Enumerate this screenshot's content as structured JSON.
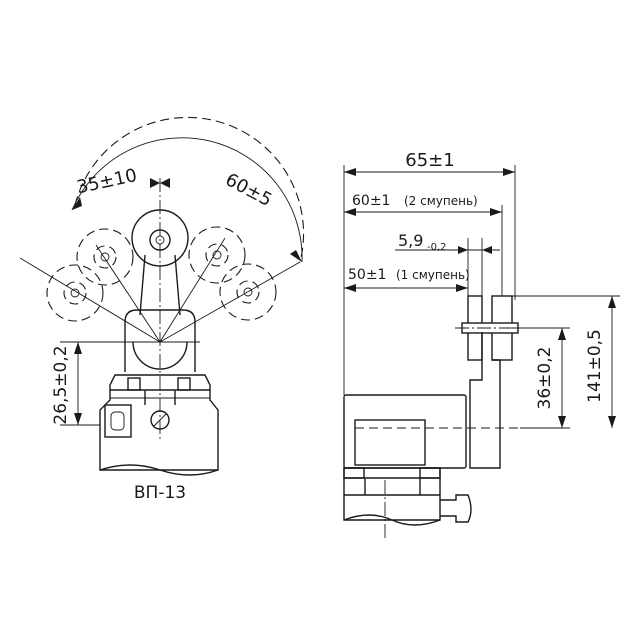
{
  "left_view": {
    "dim_angle_1": "35±10",
    "dim_angle_2": "60±5",
    "dim_height": "26,5±0,2",
    "caption": "ВП-13"
  },
  "right_view": {
    "dim_width": "65±1",
    "dim_stage2_value": "60±1",
    "dim_stage2_note": "(2 смупень)",
    "dim_roller": "5,9",
    "dim_roller_tol": "-0,2",
    "dim_stage1_value": "50±1",
    "dim_stage1_note": "(1 смупень)",
    "dim_axis_height": "36±0,2",
    "dim_total_height": "141±0,5"
  }
}
